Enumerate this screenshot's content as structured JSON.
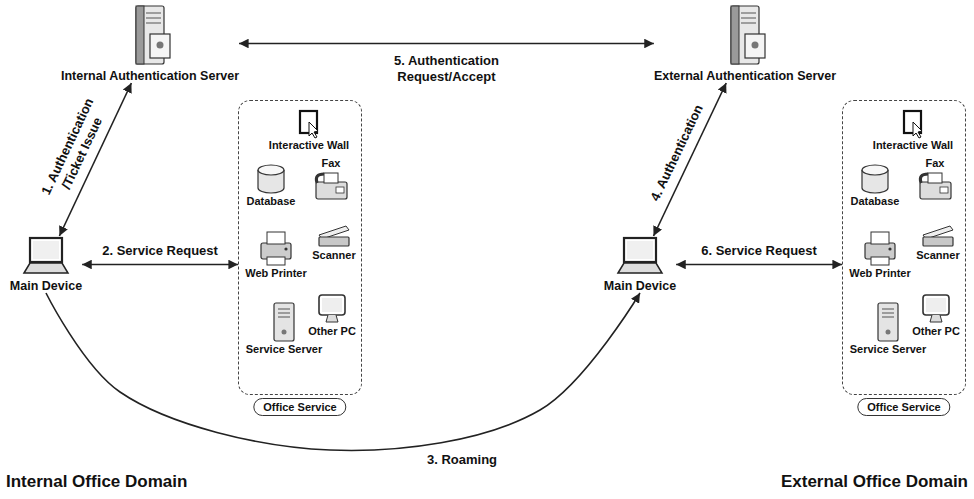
{
  "diagram": {
    "nodes": [
      {
        "text": [
          "Internal Authentication Server"
        ]
      },
      {
        "text": [
          "Main Device"
        ]
      },
      {
        "text": [
          "Office Service"
        ]
      },
      {
        "text": [
          "Interactive Wall"
        ],
        "in": 2
      },
      {
        "text": [
          "Database"
        ],
        "in": 2
      },
      {
        "text": [
          "Fax"
        ],
        "in": 2
      },
      {
        "text": [
          "Web Printer"
        ],
        "in": 2
      },
      {
        "text": [
          "Scanner"
        ],
        "in": 2
      },
      {
        "text": [
          "Service Server"
        ],
        "in": 2
      },
      {
        "text": [
          "Other PC"
        ],
        "in": 2
      },
      {
        "text": [
          "External Authentication Server"
        ]
      },
      {
        "text": [
          "Main Device"
        ]
      },
      {
        "text": [
          "Office Service"
        ]
      },
      {
        "text": [
          "Interactive Wall"
        ],
        "in": 12
      },
      {
        "text": [
          "Database"
        ],
        "in": 12
      },
      {
        "text": [
          "Fax"
        ],
        "in": 12
      },
      {
        "text": [
          "Web Printer"
        ],
        "in": 12
      },
      {
        "text": [
          "Scanner"
        ],
        "in": 12
      },
      {
        "text": [
          "Service Server"
        ],
        "in": 12
      },
      {
        "text": [
          "Other PC"
        ],
        "in": 12
      }
    ],
    "edges": [
      {
        "from": 0,
        "to": 1,
        "arrow": "both",
        "label": "1. Authentication /Ticket Issue"
      },
      {
        "from": 1,
        "to": 2,
        "arrow": "both",
        "label": "2. Service Request"
      },
      {
        "from": 1,
        "to": 11,
        "arrow": "to",
        "label": "3. Roaming"
      },
      {
        "from": 11,
        "to": 10,
        "arrow": "both",
        "label": "4. Authentication"
      },
      {
        "from": 0,
        "to": 10,
        "arrow": "both",
        "label": "5. Authentication Request/Accept"
      },
      {
        "from": 11,
        "to": 12,
        "arrow": "both",
        "label": "6. Service Request"
      }
    ],
    "labels": [
      "Internal Office Domain",
      "External Office Domain"
    ]
  }
}
